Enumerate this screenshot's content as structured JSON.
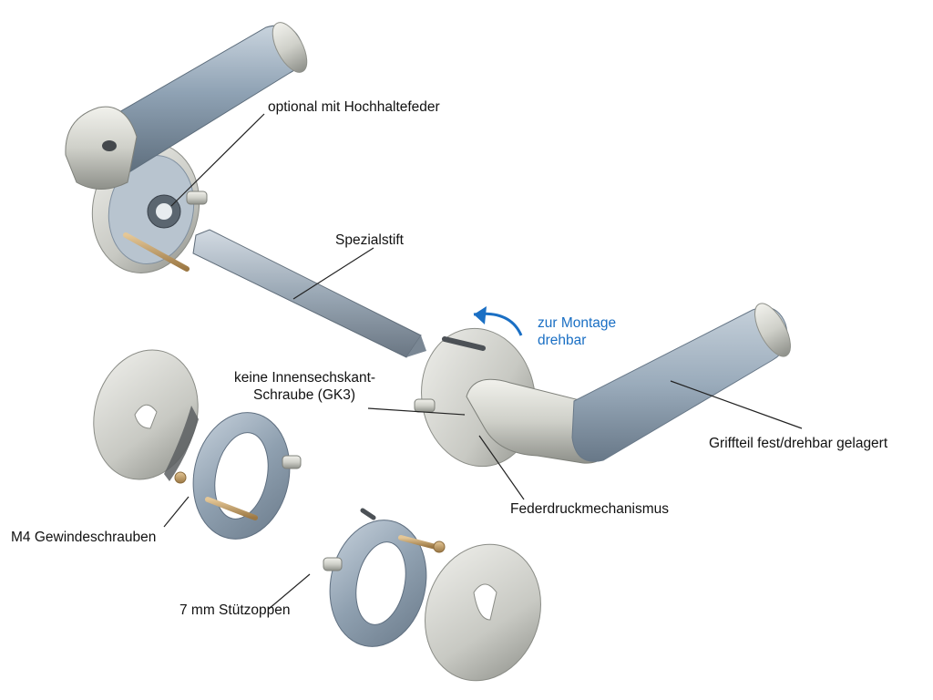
{
  "labels": {
    "hochhaltefeder": "optional mit Hochhaltefeder",
    "spezialstift": "Spezialstift",
    "montage_line1": "zur Montage",
    "montage_line2": "drehbar",
    "gk3_line1": "keine Innensechskant-",
    "gk3_line2": "Schraube (GK3)",
    "griffteil": "Griffteil fest/drehbar gelagert",
    "federdruck": "Federdruckmechanismus",
    "m4": "M4 Gewindeschrauben",
    "stuetznoppen": "7 mm Stützoppen"
  },
  "colors": {
    "metal_light": "#e2e3de",
    "metal_mid": "#b9bbb4",
    "metal_dark": "#6f716b",
    "blue_grey": "#9fb2c4",
    "brass": "#c9a36b",
    "accent_blue": "#1a6fc4",
    "leader": "#222222"
  },
  "icons": {
    "rotate_arrow": "curved-arrow-left-icon"
  }
}
